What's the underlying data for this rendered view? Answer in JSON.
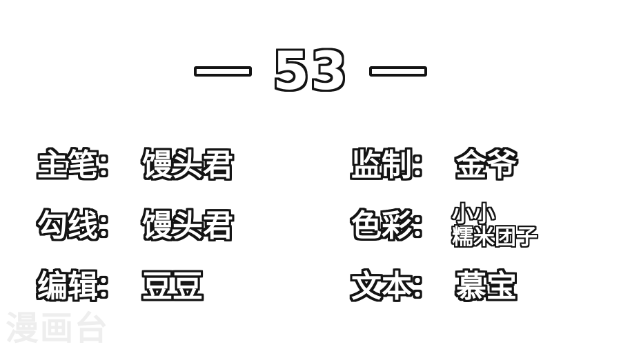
{
  "page": {
    "background_color": "#ffffff",
    "outline_color": "#141414",
    "fill_color": "#ffffff"
  },
  "header": {
    "left_dash": "—",
    "chapter_number": "53",
    "right_dash": "—"
  },
  "credits": {
    "rows": [
      {
        "left": {
          "label": "主笔",
          "colon": "：",
          "value": "馒头君",
          "value_lines": [
            "馒头君"
          ]
        },
        "right": {
          "label": "监制",
          "colon": "：",
          "value": "金爷",
          "value_lines": [
            "金爷"
          ]
        }
      },
      {
        "left": {
          "label": "勾线",
          "colon": "：",
          "value": "馒头君",
          "value_lines": [
            "馒头君"
          ]
        },
        "right": {
          "label": "色彩",
          "colon": "：",
          "value": "小小糯米团子",
          "value_lines": [
            "小小",
            "糯米团子"
          ]
        }
      },
      {
        "left": {
          "label": "编辑",
          "colon": "：",
          "value": "豆豆",
          "value_lines": [
            "豆豆"
          ]
        },
        "right": {
          "label": "文本",
          "colon": "：",
          "value": "慕宝",
          "value_lines": [
            "慕宝"
          ]
        }
      }
    ]
  },
  "watermark": {
    "text": "漫画台",
    "color": "#eeeeee"
  }
}
